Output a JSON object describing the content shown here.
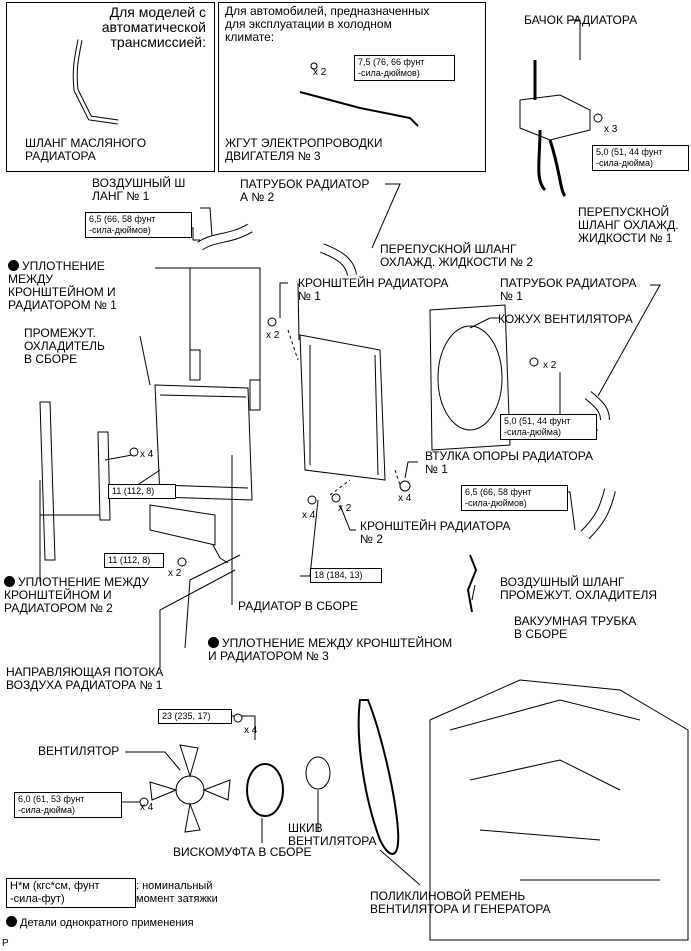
{
  "frames": {
    "auto_trans": {
      "title": "Для моделей с\nавтоматической\nтрансмиссией:",
      "part": "ШЛАНГ МАСЛЯНОГО\nРАДИАТОРА"
    },
    "cold_climate": {
      "title": "Для автомобилей, предназначенных\nдля эксплуатации в холодном\nклимате:",
      "torque": "7,5 (76, 66 фунт\n-сила-дюймов)",
      "qty": "x 2",
      "part": "ЖГУТ ЭЛЕКТРОПРОВОДКИ\nДВИГАТЕЛЯ № 3"
    }
  },
  "labels": {
    "reservoir": "БАЧОК РАДИАТОРА",
    "reservoir_qty": "x 3",
    "reservoir_torque": "5,0 (51, 44 фунт\n-сила-дюйма)",
    "bypass_hose_1": "ПЕРЕПУСКНОЙ\nШЛАНГ ОХЛАЖД.\nЖИДКОСТИ № 1",
    "bypass_hose_2": "ПЕРЕПУСКНОЙ ШЛАНГ\nОХЛАЖД. ЖИДКОСТИ № 2",
    "air_hose_1": "ВОЗДУШНЫЙ Ш\nЛАНГ № 1",
    "air_hose_1_torque": "6,5 (66, 58 фунт\n-сила-дюймов)",
    "pipe_a2": "ПАТРУБОК РАДИАТОР\nА № 2",
    "seal_1": "УПЛОТНЕНИЕ\nМЕЖДУ\nКРОНШТЕЙНОМ И\nРАДИАТОРОМ № 1",
    "bracket_1": "КРОНШТЕЙН РАДИАТОРА\n№ 1",
    "bracket_1_qty": "x 2",
    "pipe_1": "ПАТРУБОК РАДИАТОРА\n№ 1",
    "shroud": "КОЖУХ ВЕНТИЛЯТОРА",
    "shroud_qty": "x 2",
    "shroud_torque": "5,0 (51, 44 фунт\n-сила-дюйма)",
    "intercooler": "ПРОМЕЖУТ.\nОХЛАДИТЕЛЬ\nВ СБОРЕ",
    "intercooler_qty": "x 4",
    "intercooler_torque": "11 (112, 8)",
    "bushing": "ВТУЛКА ОПОРЫ РАДИАТОРА\n№ 1",
    "bushing_qty": "x 4",
    "intercooler_hose_torque": "6,5 (66, 58 фунт\n-сила-дюймов)",
    "bracket_2": "КРОНШТЕЙН РАДИАТОРА\n№ 2",
    "bracket_2_qty_a": "x 4",
    "bracket_2_qty_b": "x 2",
    "guide_torque": "11 (112, 8)",
    "guide_qty": "x 2",
    "radiator_torque": "18 (184, 13)",
    "seal_2": "УПЛОТНЕНИЕ МЕЖДУ\nКРОНШТЕЙНОМ И\nРАДИАТОРОМ № 2",
    "radiator": "РАДИАТОР В СБОРЕ",
    "intercooler_hose": "ВОЗДУШНЫЙ ШЛАНГ\nПРОМЕЖУТ. ОХЛАДИТЕЛЯ",
    "vacuum_tube": "ВАКУУМНАЯ ТРУБКА\nВ СБОРЕ",
    "seal_3": "УПЛОТНЕНИЕ МЕЖДУ КРОНШТЕЙНОМ\nИ РАДИАТОРОМ № 3",
    "air_guide": "НАПРАВЛЯЮЩАЯ ПОТОКА\nВОЗДУХА РАДИАТОРА № 1",
    "fan_torque_top": "23 (235, 17)",
    "fan_qty_top": "x 4",
    "fan": "ВЕНТИЛЯТОР",
    "fan_torque": "6,0 (61, 53 фунт\n-сила-дюйма)",
    "fan_qty": "x 4",
    "pulley": "ШКИВ\nВЕНТИЛЯТОРА",
    "clutch": "ВИСКОМУФТА В СБОРЕ",
    "belt": "ПОЛИКЛИНОВОЙ РЕМЕНЬ\nВЕНТИЛЯТОРА И ГЕНЕРАТОРА"
  },
  "legend": {
    "units": "Н*м (кгс*см, фунт\n-сила-фут)",
    "units_desc": ": номинальный\nмомент затяжки",
    "single_use": "Детали однократного применения"
  },
  "footer_code": "P"
}
